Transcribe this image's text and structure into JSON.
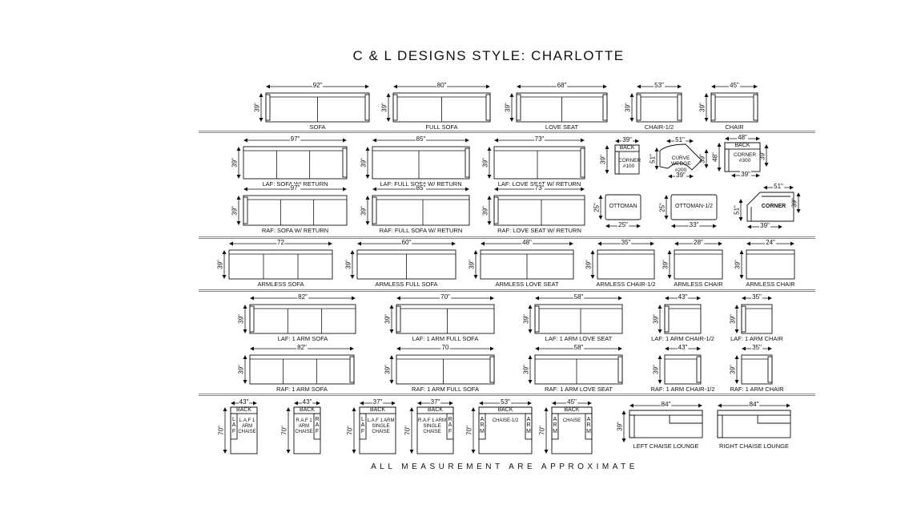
{
  "title": "C & L DESIGNS STYLE: CHARLOTTE",
  "footer": "ALL MEASUREMENT ARE APPROXIMATE",
  "rows": [
    {
      "name": "standard",
      "pieces": [
        {
          "type": "sofa",
          "label": "SOFA",
          "width": "92\"",
          "depth": "39\"",
          "seats": 2,
          "arms": "both"
        },
        {
          "type": "sofa",
          "label": "FULL SOFA",
          "width": "80\"",
          "depth": "39\"",
          "seats": 2,
          "arms": "both"
        },
        {
          "type": "sofa",
          "label": "LOVE SEAT",
          "width": "68\"",
          "depth": "39\"",
          "seats": 2,
          "arms": "both"
        },
        {
          "type": "sofa",
          "label": "CHAIR-1/2",
          "width": "53\"",
          "depth": "39\"",
          "seats": 1,
          "arms": "both"
        },
        {
          "type": "sofa",
          "label": "CHAIR",
          "width": "45\"",
          "depth": "39\"",
          "seats": 1,
          "arms": "both"
        }
      ]
    },
    {
      "name": "laf_return",
      "pieces": [
        {
          "type": "sofa",
          "label": "LAF: SOFA W/ RETURN",
          "width": "97\"",
          "depth": "39\"",
          "seats": 3,
          "arms": "right"
        },
        {
          "type": "sofa",
          "label": "LAF: FULL SOFA W/ RETURN",
          "width": "85\"",
          "depth": "39\"",
          "seats": 2,
          "arms": "right"
        },
        {
          "type": "sofa",
          "label": "LAF: LOVE SEAT W/ RETURN",
          "width": "73\"",
          "depth": "39\"",
          "seats": 2,
          "arms": "right"
        },
        {
          "type": "corner",
          "back": "BACK",
          "inner": "CORNER #100",
          "width": "39\"",
          "depth": "39\""
        },
        {
          "type": "wedge",
          "inner": "CURVE WEDGE #200",
          "width": "51\"",
          "depth": "51\"",
          "inner_depth": "39\"",
          "bottom": "39\""
        },
        {
          "type": "corner300",
          "back": "BACK",
          "inner": "CORNER #300",
          "width": "48\"",
          "depth": "48\"",
          "side": "39\"",
          "bottom": "39\""
        }
      ]
    },
    {
      "name": "raf_return",
      "pieces": [
        {
          "type": "sofa",
          "label": "RAF: SOFA W/ RETURN",
          "width": "97\"",
          "depth": "39\"",
          "seats": 3,
          "arms": "left"
        },
        {
          "type": "sofa",
          "label": "RAF: FULL SOFA W/ RETURN",
          "width": "85\"",
          "depth": "39\"",
          "seats": 2,
          "arms": "left"
        },
        {
          "type": "sofa",
          "label": "RAF: LOVE SEAT W/ RETURN",
          "width": "73\"",
          "depth": "39\"",
          "seats": 2,
          "arms": "left"
        },
        {
          "type": "ottoman",
          "inner": "OTTOMAN",
          "width": "25\"",
          "depth": "25\""
        },
        {
          "type": "ottoman",
          "inner": "OTTOMAN-1/2",
          "width": "33\"",
          "depth": "25\""
        },
        {
          "type": "corner_angled",
          "inner": "CORNER",
          "top": "51\"",
          "left": "51\"",
          "right": "39\"",
          "bottom": "39\""
        }
      ]
    },
    {
      "name": "armless",
      "pieces": [
        {
          "type": "sofa",
          "label": "ARMLESS SOFA",
          "width": "72",
          "depth": "39\"",
          "seats": 3,
          "arms": "none"
        },
        {
          "type": "sofa",
          "label": "ARMLESS FULL SOFA",
          "width": "60\"",
          "depth": "39\"",
          "seats": 2,
          "arms": "none"
        },
        {
          "type": "sofa",
          "label": "ARMLESS LOVE SEAT",
          "width": "48\"",
          "depth": "39\"",
          "seats": 2,
          "arms": "none"
        },
        {
          "type": "sofa",
          "label": "ARMLESS CHAIR-1/2",
          "width": "35\"",
          "depth": "39\"",
          "seats": 1,
          "arms": "none"
        },
        {
          "type": "sofa",
          "label": "ARMLESS CHAIR",
          "width": "28\"",
          "depth": "39\"",
          "seats": 1,
          "arms": "none"
        },
        {
          "type": "sofa",
          "label": "ARMLESS CHAIR",
          "width": "24\"",
          "depth": "39\"",
          "seats": 1,
          "arms": "none"
        }
      ]
    },
    {
      "name": "laf_one_arm",
      "pieces": [
        {
          "type": "sofa",
          "label": "LAF: 1 ARM SOFA",
          "width": "82\"",
          "depth": "39\"",
          "seats": 3,
          "arms": "left"
        },
        {
          "type": "sofa",
          "label": "LAF: 1 ARM FULL SOFA",
          "width": "70\"",
          "depth": "39\"",
          "seats": 2,
          "arms": "left"
        },
        {
          "type": "sofa",
          "label": "LAF: 1 ARM LOVE SEAT",
          "width": "58\"",
          "depth": "39\"",
          "seats": 2,
          "arms": "left"
        },
        {
          "type": "sofa",
          "label": "LAF: 1 ARM CHAIR-1/2",
          "width": "43\"",
          "depth": "39\"",
          "seats": 1,
          "arms": "left"
        },
        {
          "type": "sofa",
          "label": "LAF: 1 ARM CHAIR",
          "width": "35\"",
          "depth": "39\"",
          "seats": 1,
          "arms": "left"
        }
      ]
    },
    {
      "name": "raf_one_arm",
      "pieces": [
        {
          "type": "sofa",
          "label": "RAF: 1 ARM SOFA",
          "width": "82\"",
          "depth": "39\"",
          "seats": 3,
          "arms": "right"
        },
        {
          "type": "sofa",
          "label": "RAF: 1 ARM FULL SOFA",
          "width": "70",
          "depth": "39\"",
          "seats": 2,
          "arms": "right"
        },
        {
          "type": "sofa",
          "label": "RAF: 1 ARM LOVE SEAT",
          "width": "58\"",
          "depth": "39\"",
          "seats": 2,
          "arms": "right"
        },
        {
          "type": "sofa",
          "label": "RAF: 1 ARM CHAIR-1/2",
          "width": "43\"",
          "depth": "39\"",
          "seats": 1,
          "arms": "right"
        },
        {
          "type": "sofa",
          "label": "RAF: 1 ARM CHAIR",
          "width": "35\"",
          "depth": "39\"",
          "seats": 1,
          "arms": "right"
        }
      ]
    },
    {
      "name": "chaise",
      "pieces": [
        {
          "type": "chaise",
          "back": "BACK",
          "inner": "L.A.F 1 ARM CHAISE",
          "width": "43\"",
          "depth": "70\"",
          "arm_side": "left",
          "arm_text": "LAF"
        },
        {
          "type": "chaise",
          "back": "BACK",
          "inner": "R.A.F 1 ARM CHAISE",
          "width": "43\"",
          "depth": "70\"",
          "arm_side": "right",
          "arm_text": "RAF"
        },
        {
          "type": "chaise",
          "back": "BACK",
          "inner": "L.A.F 1 ARM SINGLE CHAISE",
          "width": "37\"",
          "depth": "70\"",
          "arm_side": "left",
          "arm_text": "LAF"
        },
        {
          "type": "chaise",
          "back": "BACK",
          "inner": "R.A.F 1 ARM SINGLE CHAISE",
          "width": "37\"",
          "depth": "70\"",
          "arm_side": "right",
          "arm_text": "RAF"
        },
        {
          "type": "chaise",
          "back": "BACK",
          "inner": "CHAISE-1/2",
          "width": "53\"",
          "depth": "70\"",
          "arm_side": "both",
          "arm_text": "ARM"
        },
        {
          "type": "chaise",
          "back": "BACK",
          "inner": "CHAISE",
          "width": "45\"",
          "depth": "70\"",
          "arm_side": "both",
          "arm_text": "ARM"
        },
        {
          "type": "lounge",
          "label": "LEFT CHAISE LOUNGE",
          "width": "84\"",
          "depth": "39\""
        },
        {
          "type": "lounge",
          "label": "RIGHT CHAISE LOUNGE",
          "width": "84\""
        }
      ]
    }
  ]
}
